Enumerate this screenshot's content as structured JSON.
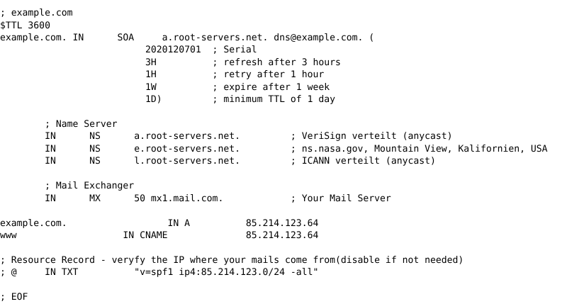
{
  "document": {
    "kind": "dns-zone-file",
    "origin": "example.com",
    "background_color": "#ffffff",
    "text_color": "#000000",
    "lines": [
      "; example.com",
      "$TTL 3600",
      "example.com. IN      SOA     a.root-servers.net. dns@example.com. (",
      "                          2020120701  ; Serial",
      "                          3H          ; refresh after 3 hours",
      "                          1H          ; retry after 1 hour",
      "                          1W          ; expire after 1 week",
      "                          1D)         ; minimum TTL of 1 day",
      "",
      "        ; Name Server",
      "        IN      NS      a.root-servers.net.         ; VeriSign verteilt (anycast)",
      "        IN      NS      e.root-servers.net.         ; ns.nasa.gov, Mountain View, Kalifornien, USA",
      "        IN      NS      l.root-servers.net.         ; ICANN verteilt (anycast)",
      "",
      "        ; Mail Exchanger",
      "        IN      MX      50 mx1.mail.com.            ; Your Mail Server",
      "",
      "example.com.                  IN A          85.214.123.64",
      "www                   IN CNAME              85.214.123.64",
      "",
      "; Resource Record - veryfy the IP where your mails come from(disable if not needed)",
      "; @     IN TXT          \"v=spf1 ip4:85.214.123.0/24 -all\"",
      "",
      "; EOF"
    ],
    "records": {
      "ttl_directive": "$TTL 3600",
      "soa": {
        "owner": "example.com.",
        "class": "IN",
        "type": "SOA",
        "primary_ns": "a.root-servers.net.",
        "rname": "dns@example.com.",
        "serial": "2020120701",
        "serial_comment": "; Serial",
        "refresh": "3H",
        "refresh_comment": "; refresh after 3 hours",
        "retry": "1H",
        "retry_comment": "; retry after 1 hour",
        "expire": "1W",
        "expire_comment": "; expire after 1 week",
        "minimum": "1D)",
        "minimum_comment": "; minimum TTL of 1 day"
      },
      "ns_section_comment": "; Name Server",
      "ns": [
        {
          "class": "IN",
          "type": "NS",
          "target": "a.root-servers.net.",
          "comment": "; VeriSign verteilt (anycast)"
        },
        {
          "class": "IN",
          "type": "NS",
          "target": "e.root-servers.net.",
          "comment": "; ns.nasa.gov, Mountain View, Kalifornien, USA"
        },
        {
          "class": "IN",
          "type": "NS",
          "target": "l.root-servers.net.",
          "comment": "; ICANN verteilt (anycast)"
        }
      ],
      "mx_section_comment": "; Mail Exchanger",
      "mx": [
        {
          "class": "IN",
          "type": "MX",
          "priority": "50",
          "target": "mx1.mail.com.",
          "comment": "; Your Mail Server"
        }
      ],
      "address": [
        {
          "owner": "example.com.",
          "class": "IN",
          "type": "A",
          "value": "85.214.123.64"
        },
        {
          "owner": "www",
          "class": "IN",
          "type": "CNAME",
          "value": "85.214.123.64"
        }
      ],
      "txt_section_comment": "; Resource Record - veryfy the IP where your mails come from(disable if not needed)",
      "txt": [
        {
          "commented_out": true,
          "owner": "@",
          "class": "IN",
          "type": "TXT",
          "value": "\"v=spf1 ip4:85.214.123.0/24 -all\""
        }
      ],
      "eof_comment": "; EOF"
    }
  }
}
